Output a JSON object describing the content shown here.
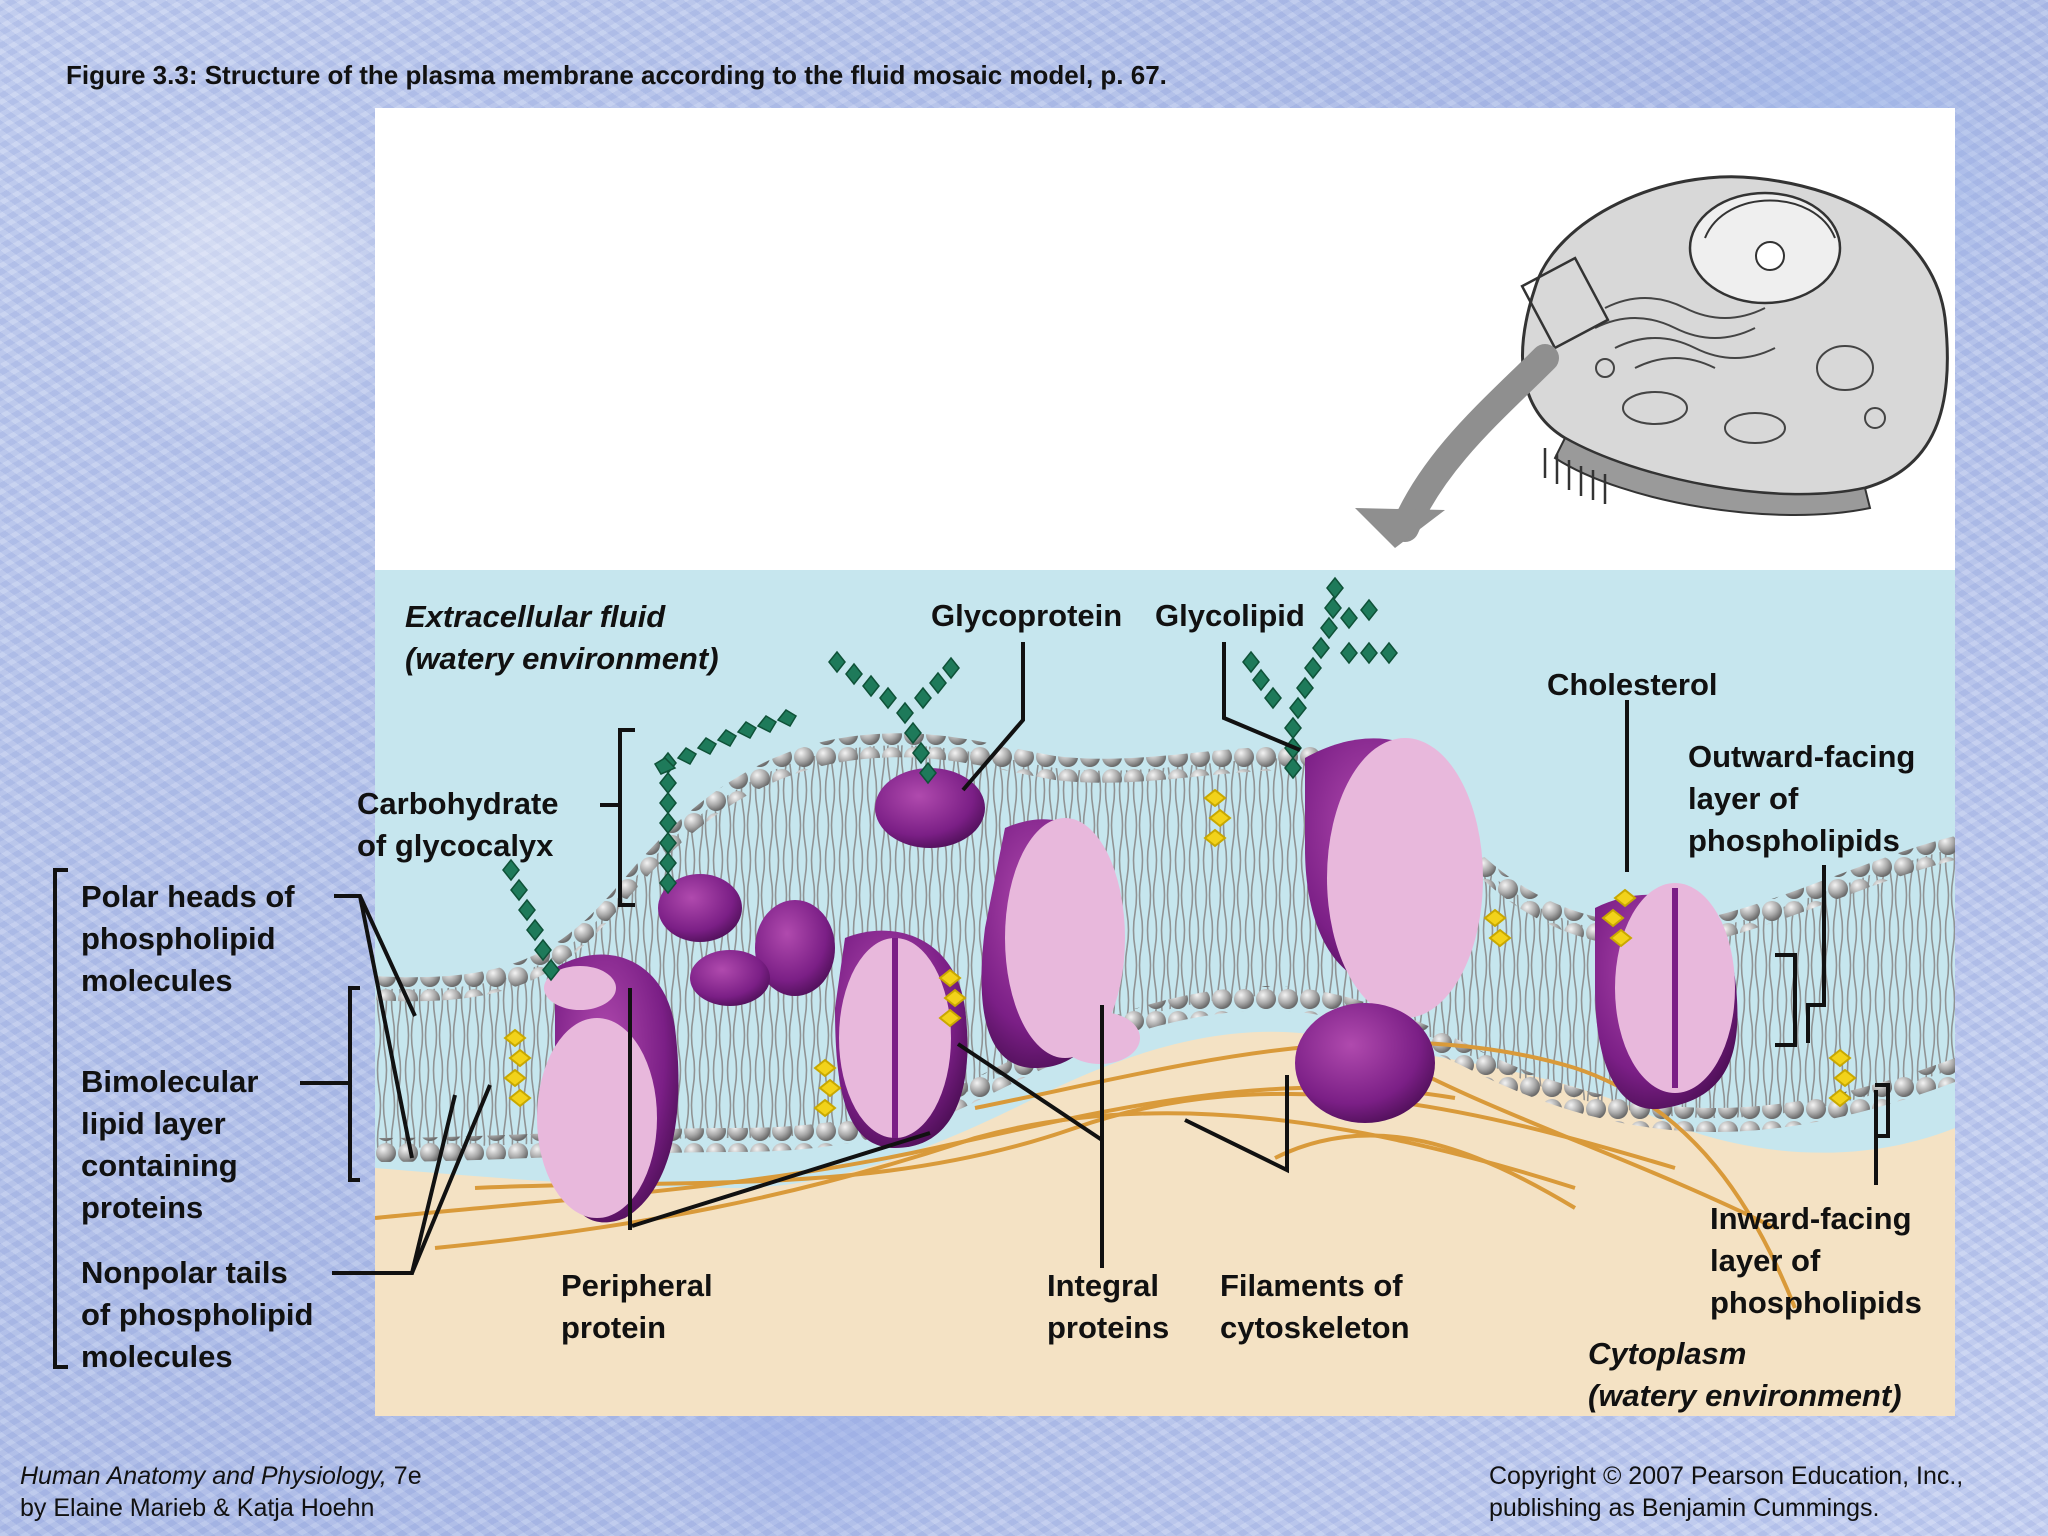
{
  "title": "Figure 3.3:  Structure of the plasma membrane according to the fluid mosaic model, p. 67.",
  "labels": {
    "extracellular_1": "Extracellular fluid",
    "extracellular_2": "(watery environment)",
    "glycoprotein": "Glycoprotein",
    "glycolipid": "Glycolipid",
    "cholesterol": "Cholesterol",
    "carbohydrate_1": "Carbohydrate",
    "carbohydrate_2": "of glycocalyx",
    "outward_1": "Outward-facing",
    "outward_2": "layer of",
    "outward_3": "phospholipids",
    "polar_1": "Polar heads of",
    "polar_2": "phospholipid",
    "polar_3": "molecules",
    "bimolecular_1": "Bimolecular",
    "bimolecular_2": "lipid layer",
    "bimolecular_3": "containing",
    "bimolecular_4": "proteins",
    "nonpolar_1": "Nonpolar tails",
    "nonpolar_2": "of phospholipid",
    "nonpolar_3": "molecules",
    "peripheral_1": "Peripheral",
    "peripheral_2": "protein",
    "integral_1": "Integral",
    "integral_2": "proteins",
    "filaments_1": "Filaments of",
    "filaments_2": "cytoskeleton",
    "inward_1": "Inward-facing",
    "inward_2": "layer of",
    "inward_3": "phospholipids",
    "cytoplasm_1": "Cytoplasm",
    "cytoplasm_2": "(watery environment)"
  },
  "footer": {
    "book_title": "Human Anatomy and Physiology,",
    "edition": " 7e",
    "authors": "by Elaine Marieb & Katja Hoehn",
    "copyright_1": "Copyright © 2007 Pearson Education, Inc.,",
    "copyright_2": "publishing as Benjamin Cummings."
  },
  "colors": {
    "extracellular": "#c6e6ee",
    "cytoplasm": "#f4e2c4",
    "protein": "#7b1f86",
    "protein_light": "#e8b8dc",
    "phospholipid_head": "#9a9a9a",
    "carbohydrate": "#1e7a5a",
    "cholesterol": "#f2d21a",
    "filament": "#d99a3a"
  }
}
